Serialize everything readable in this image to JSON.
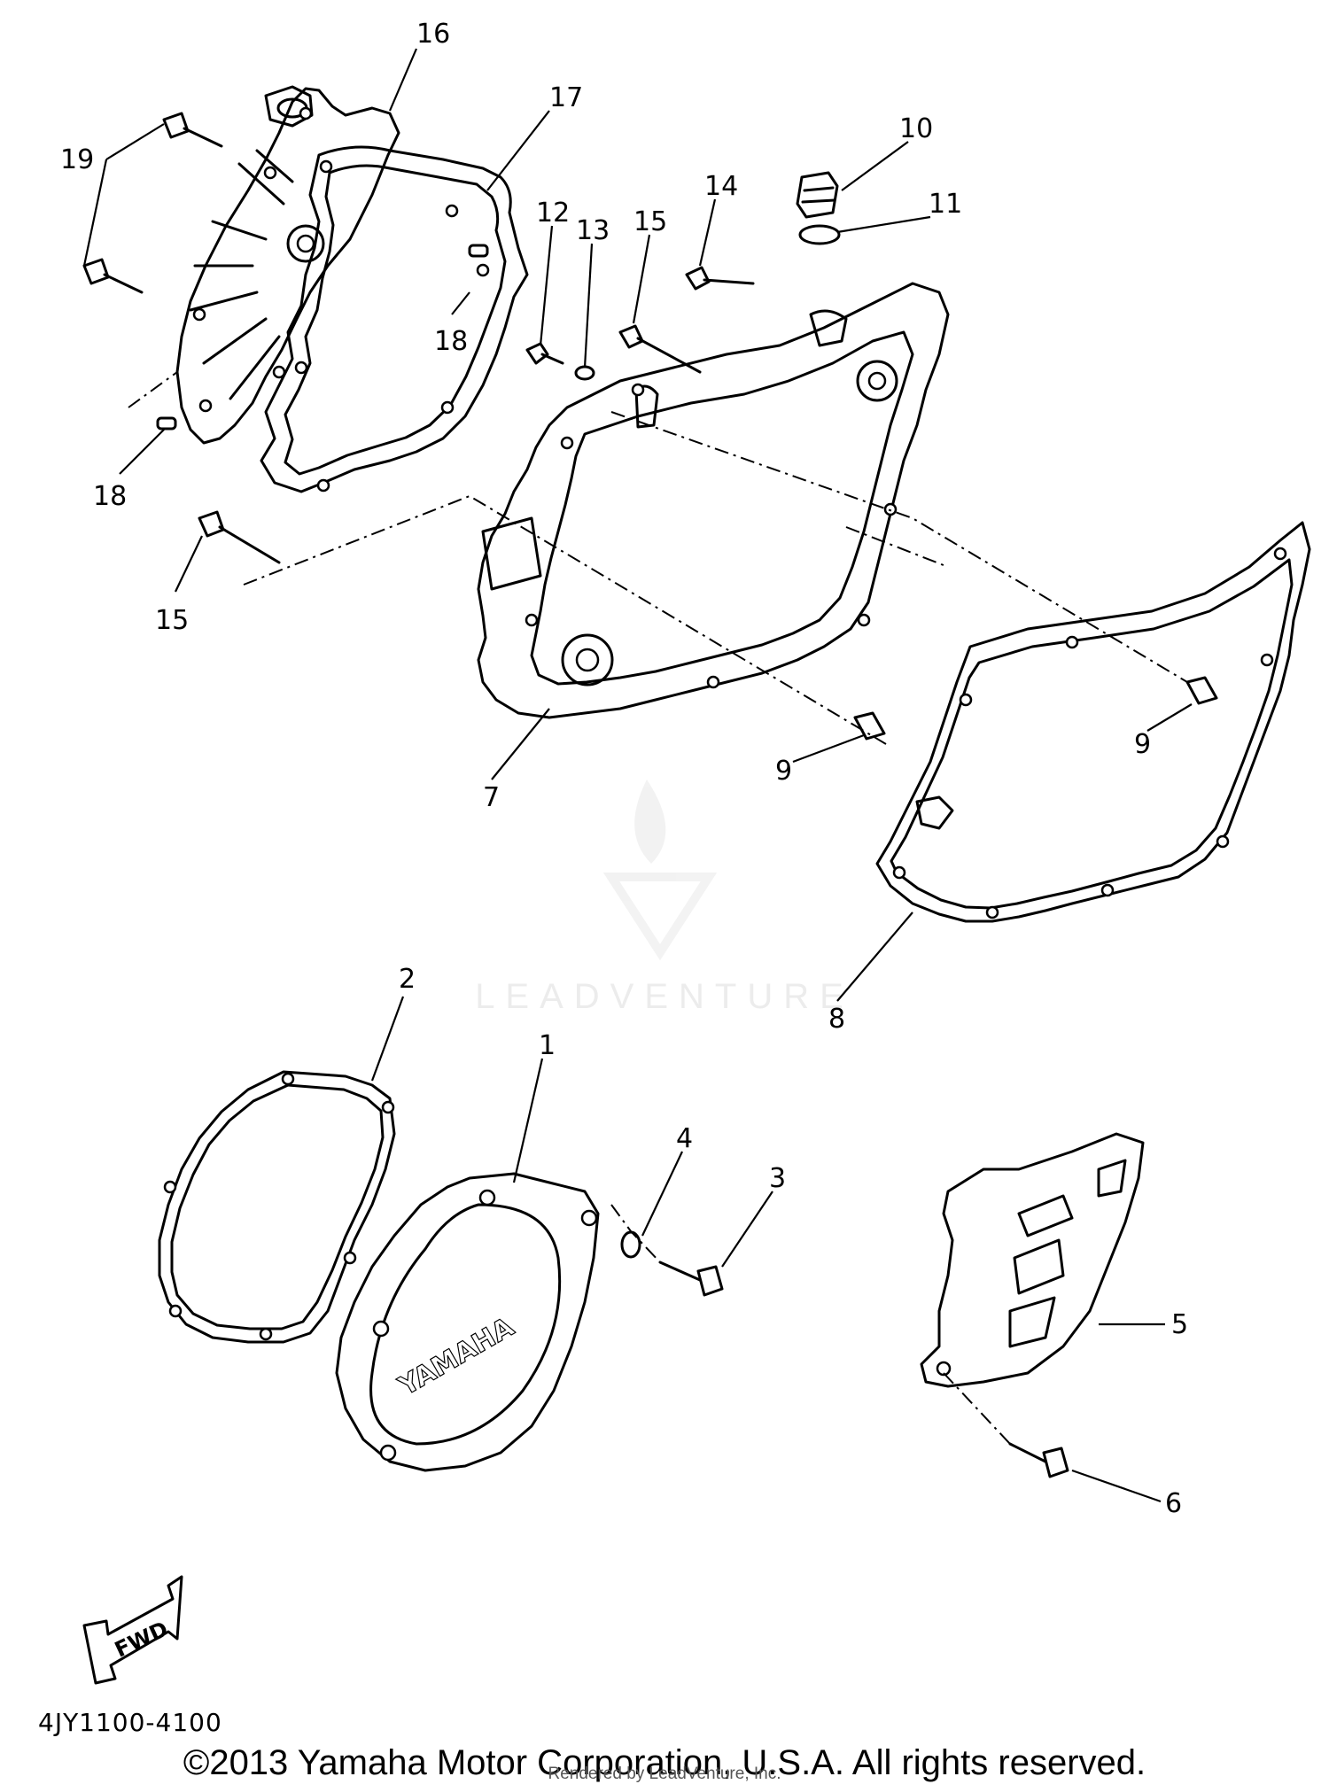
{
  "diagram": {
    "callouts": [
      "1",
      "2",
      "3",
      "4",
      "5",
      "6",
      "7",
      "8",
      "9",
      "9",
      "10",
      "11",
      "12",
      "13",
      "14",
      "15",
      "15",
      "16",
      "17",
      "18",
      "18",
      "19"
    ],
    "cover_brand_text": "YAMAHA",
    "fwd_text": "FWD",
    "diagram_code": "4JY1100-4100"
  },
  "footer": {
    "copyright": "©2013 Yamaha Motor Corporation, U.S.A. All rights reserved.",
    "rendered_by": "Rendered by LeadVenture, Inc."
  },
  "watermark": {
    "text": "LEADVENTURE"
  }
}
